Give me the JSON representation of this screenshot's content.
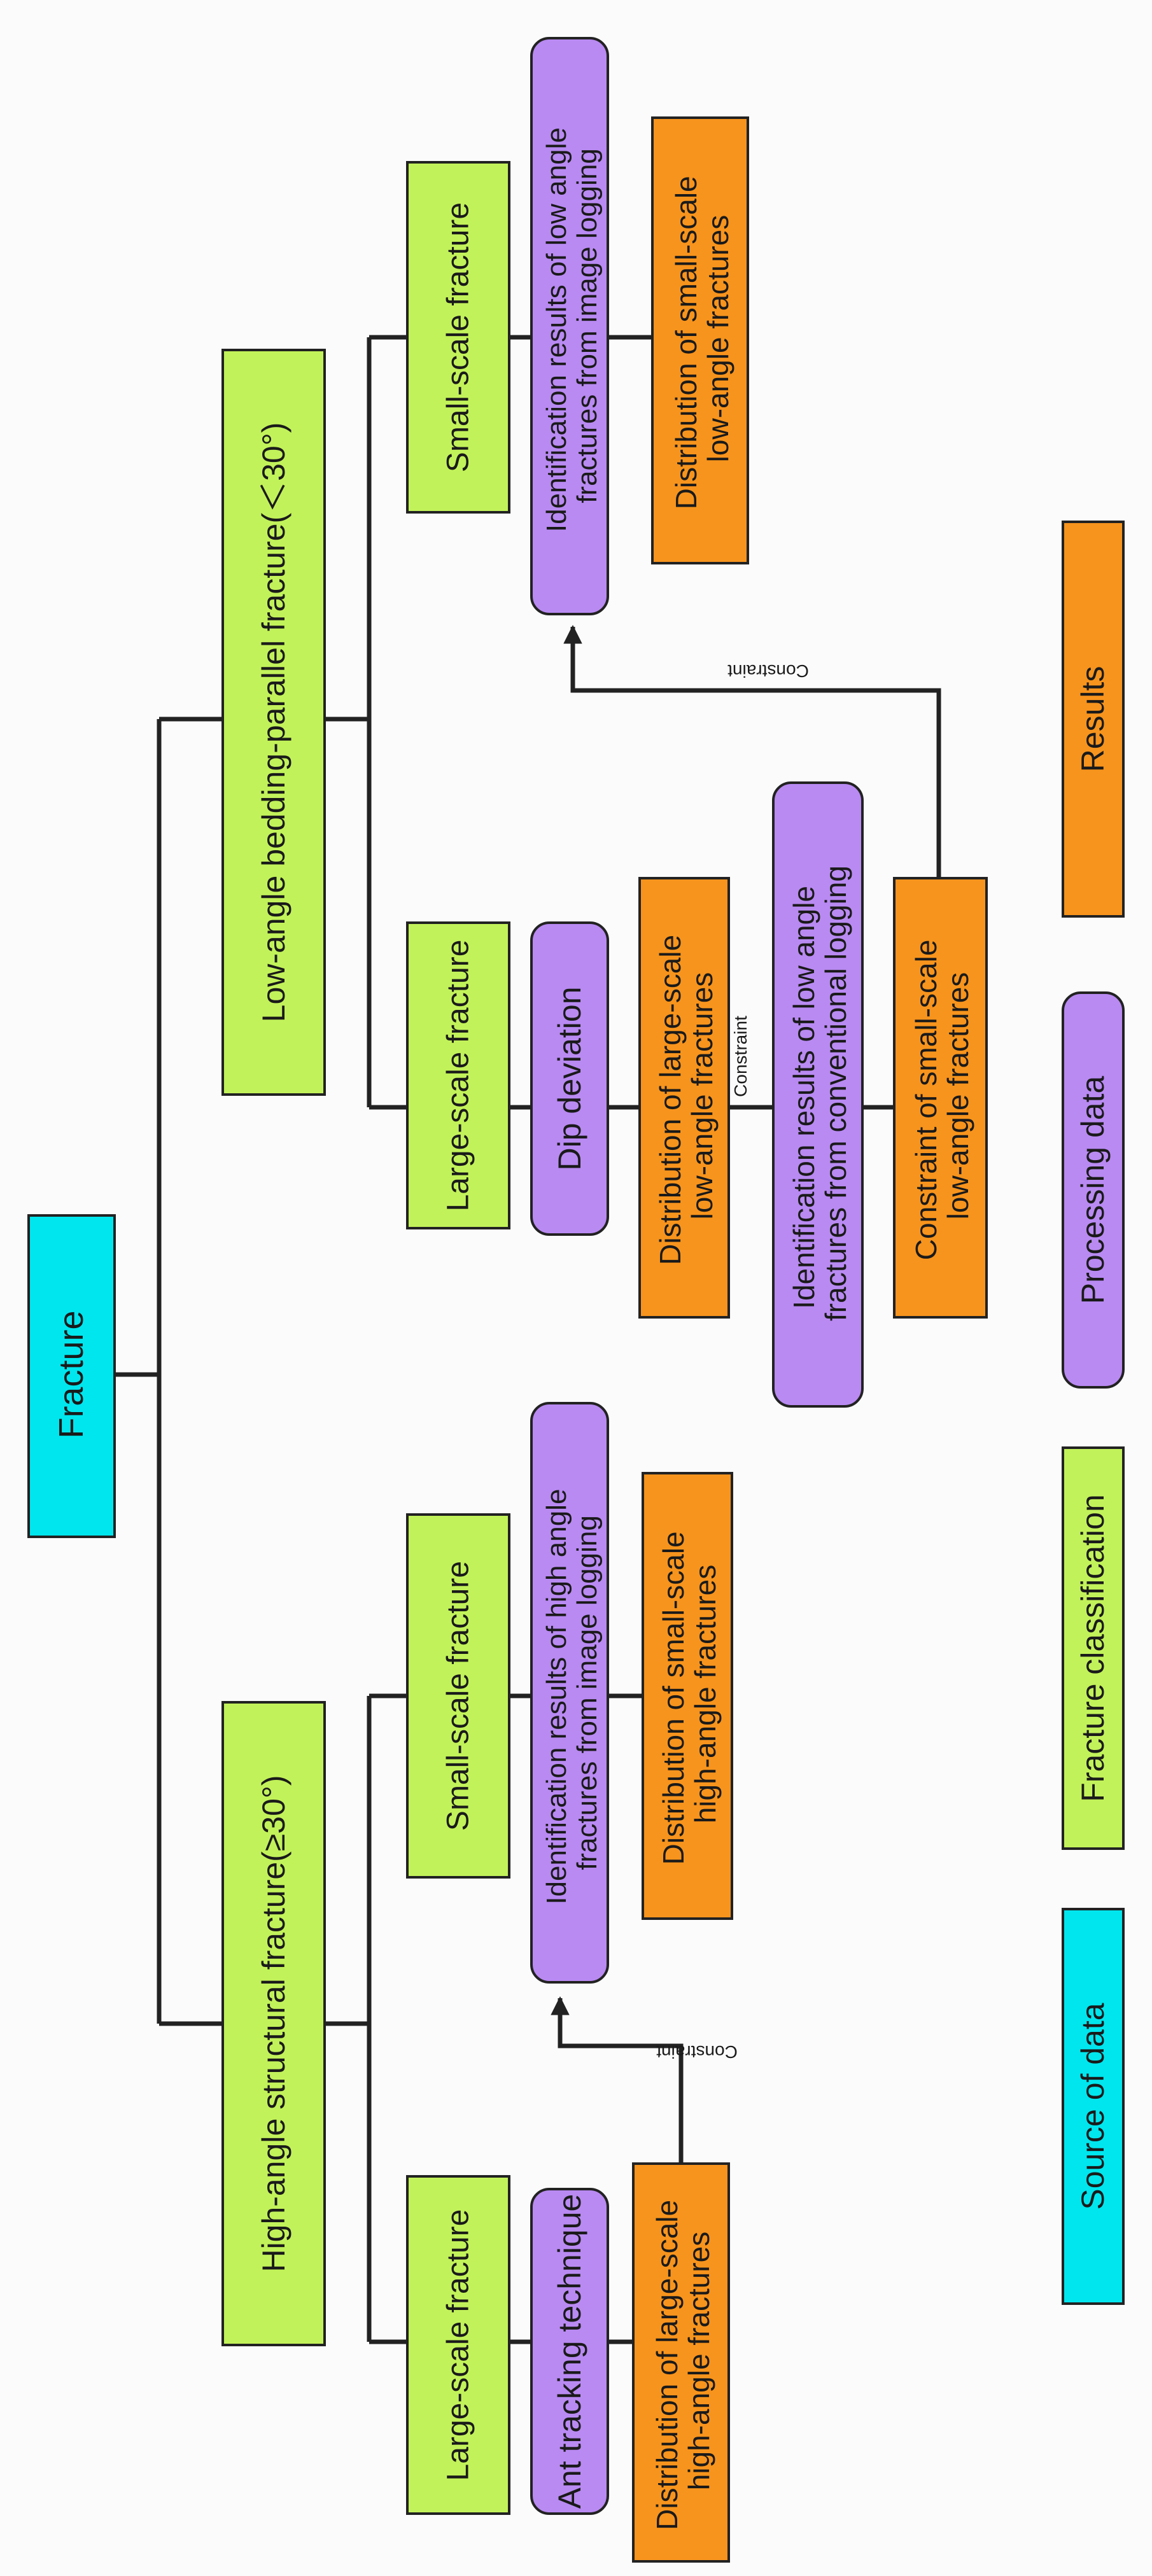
{
  "colors": {
    "source": "#00e6ee",
    "classification": "#c2f25a",
    "processing": "#b98af2",
    "results": "#f7941d"
  },
  "nodes": {
    "root": "Fracture",
    "high": "High-angle structural fracture(≥30°)",
    "low": "Low-angle bedding-parallel fracture(＜30°)",
    "high_large": "Large-scale fracture",
    "high_small": "Small-scale fracture",
    "low_large": "Large-scale fracture",
    "low_small": "Small-scale fracture",
    "ant_tracking": "Ant tracking technique",
    "high_dist_large": [
      "Distribution of large-scale",
      "high-angle fractures"
    ],
    "high_ident_image": [
      "Identification results of high angle",
      "fractures from image logging"
    ],
    "high_dist_small": [
      "Distribution of small-scale",
      "high-angle fractures"
    ],
    "dip_deviation": "Dip deviation",
    "low_dist_large": [
      "Distribution of large-scale",
      "low-angle fractures"
    ],
    "low_ident_conv": [
      "Identification results of low angle",
      "fractures from conventional logging"
    ],
    "low_constraint_small": [
      "Constraint of small-scale",
      "low-angle fractures"
    ],
    "low_ident_image": [
      "Identification results of low angle",
      "fractures from image logging"
    ],
    "low_dist_small": [
      "Distribution of small-scale",
      "low-angle fractures"
    ]
  },
  "arrow_labels": {
    "high": "Constraint",
    "low_mid": "Constraint",
    "low": "Constraint"
  },
  "legend": {
    "source": "Source of data",
    "classification": "Fracture classification",
    "processing": "Processing data",
    "results": "Results"
  }
}
